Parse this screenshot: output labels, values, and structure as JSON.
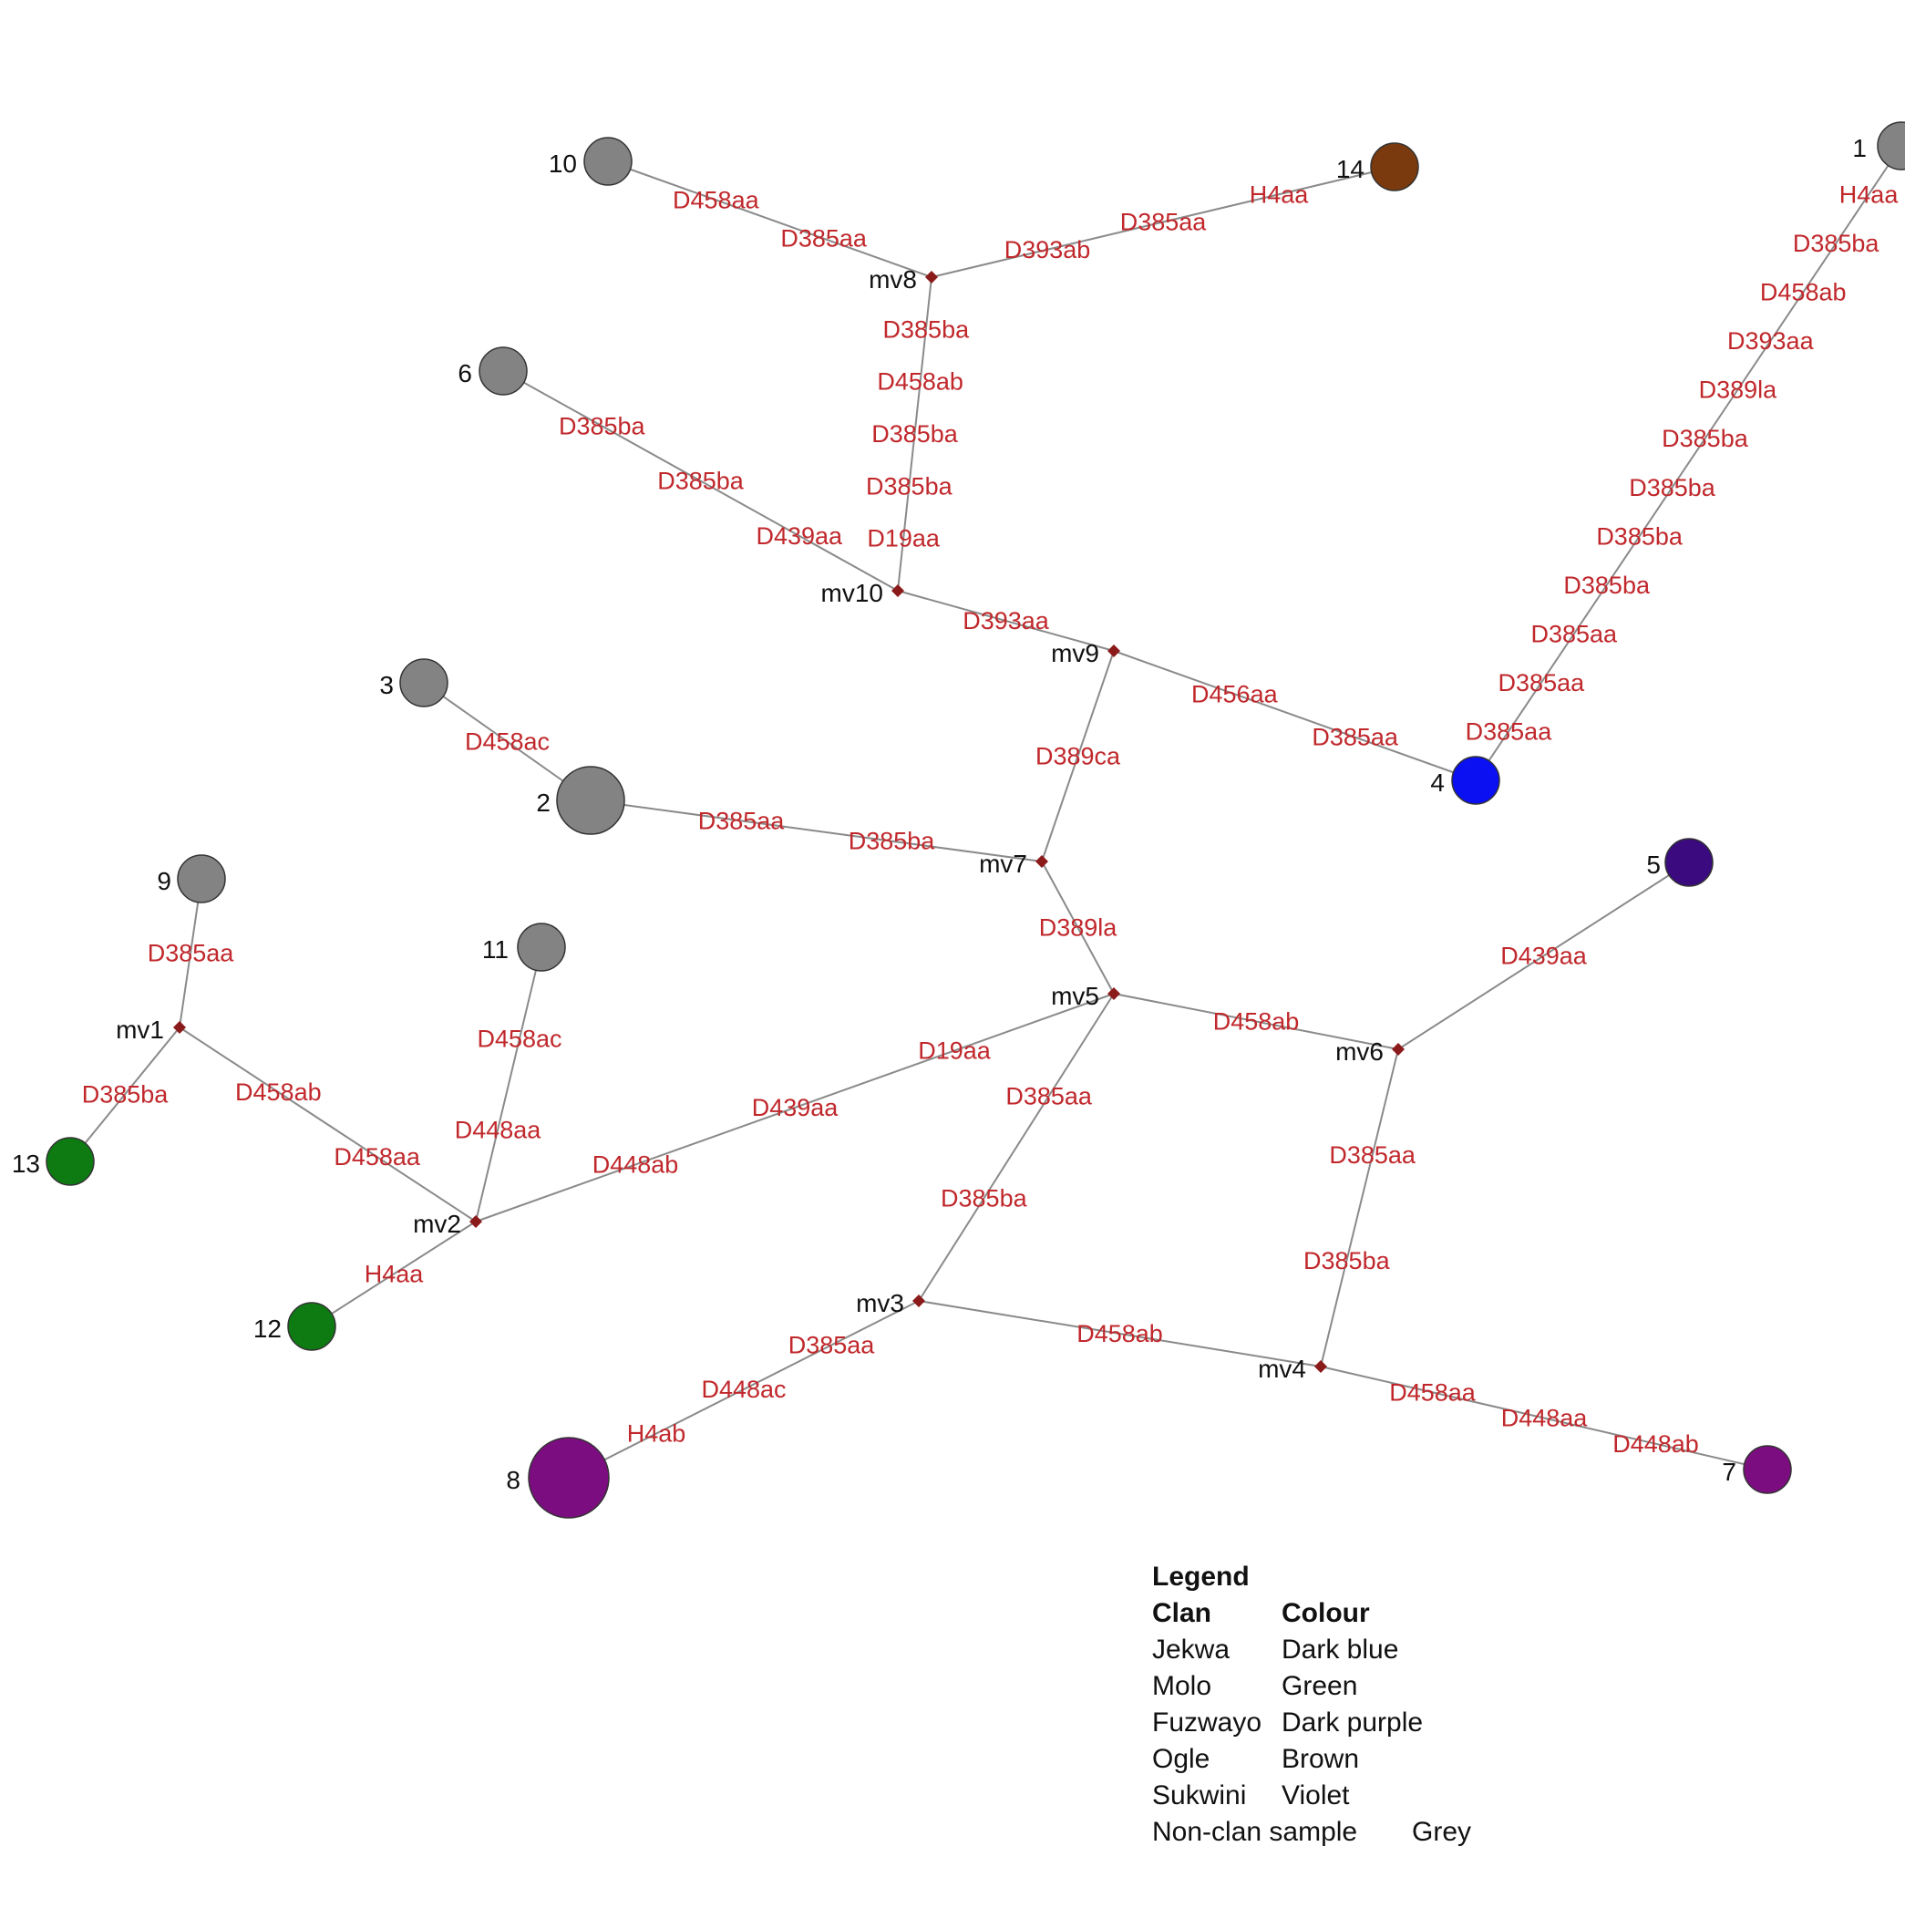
{
  "colors": {
    "grey": "#838383",
    "blue": "#0a10f2",
    "green": "#0d7a12",
    "brown": "#7a3a0e",
    "dark_purple": "#3a0a7e",
    "violet": "#7c0d80",
    "median": "#8b1a1a",
    "edge": "#8a8a8a",
    "mutation_text": "#c0282c"
  },
  "nodes": [
    {
      "id": "1",
      "label": "1",
      "kind": "sample",
      "color": "grey"
    },
    {
      "id": "2",
      "label": "2",
      "kind": "sample",
      "color": "grey"
    },
    {
      "id": "3",
      "label": "3",
      "kind": "sample",
      "color": "grey"
    },
    {
      "id": "4",
      "label": "4",
      "kind": "sample",
      "color": "blue"
    },
    {
      "id": "5",
      "label": "5",
      "kind": "sample",
      "color": "dark_purple"
    },
    {
      "id": "6",
      "label": "6",
      "kind": "sample",
      "color": "grey"
    },
    {
      "id": "7",
      "label": "7",
      "kind": "sample",
      "color": "violet"
    },
    {
      "id": "8",
      "label": "8",
      "kind": "sample",
      "color": "violet"
    },
    {
      "id": "9",
      "label": "9",
      "kind": "sample",
      "color": "grey"
    },
    {
      "id": "10",
      "label": "10",
      "kind": "sample",
      "color": "grey"
    },
    {
      "id": "11",
      "label": "11",
      "kind": "sample",
      "color": "grey"
    },
    {
      "id": "12",
      "label": "12",
      "kind": "sample",
      "color": "green"
    },
    {
      "id": "13",
      "label": "13",
      "kind": "sample",
      "color": "green"
    },
    {
      "id": "14",
      "label": "14",
      "kind": "sample",
      "color": "brown"
    },
    {
      "id": "mv1",
      "label": "mv1",
      "kind": "median",
      "color": "median"
    },
    {
      "id": "mv2",
      "label": "mv2",
      "kind": "median",
      "color": "median"
    },
    {
      "id": "mv3",
      "label": "mv3",
      "kind": "median",
      "color": "median"
    },
    {
      "id": "mv4",
      "label": "mv4",
      "kind": "median",
      "color": "median"
    },
    {
      "id": "mv5",
      "label": "mv5",
      "kind": "median",
      "color": "median"
    },
    {
      "id": "mv6",
      "label": "mv6",
      "kind": "median",
      "color": "median"
    },
    {
      "id": "mv7",
      "label": "mv7",
      "kind": "median",
      "color": "median"
    },
    {
      "id": "mv8",
      "label": "mv8",
      "kind": "median",
      "color": "median"
    },
    {
      "id": "mv9",
      "label": "mv9",
      "kind": "median",
      "color": "median"
    },
    {
      "id": "mv10",
      "label": "mv10",
      "kind": "median",
      "color": "median"
    }
  ],
  "edges": [
    {
      "from": "10",
      "to": "mv8",
      "mutations": [
        "D458aa",
        "D385aa"
      ]
    },
    {
      "from": "14",
      "to": "mv8",
      "mutations": [
        "H4aa",
        "D385aa",
        "D393ab"
      ]
    },
    {
      "from": "mv8",
      "to": "mv10",
      "mutations": [
        "D385ba",
        "D458ab",
        "D385ba",
        "D385ba",
        "D19aa"
      ]
    },
    {
      "from": "6",
      "to": "mv10",
      "mutations": [
        "D385ba",
        "D385ba",
        "D439aa"
      ]
    },
    {
      "from": "mv10",
      "to": "mv9",
      "mutations": [
        "D393aa"
      ]
    },
    {
      "from": "mv9",
      "to": "4",
      "mutations": [
        "D456aa",
        "D385aa"
      ]
    },
    {
      "from": "1",
      "to": "4",
      "mutations": [
        "H4aa",
        "D385ba",
        "D458ab",
        "D393aa",
        "D389la",
        "D385ba",
        "D385ba",
        "D385ba",
        "D385ba",
        "D385aa",
        "D385aa",
        "D385aa"
      ]
    },
    {
      "from": "mv9",
      "to": "mv7",
      "mutations": [
        "D389ca"
      ]
    },
    {
      "from": "3",
      "to": "2",
      "mutations": [
        "D458ac"
      ]
    },
    {
      "from": "2",
      "to": "mv7",
      "mutations": [
        "D385aa",
        "D385ba"
      ]
    },
    {
      "from": "mv7",
      "to": "mv5",
      "mutations": [
        "D389la"
      ]
    },
    {
      "from": "mv5",
      "to": "mv6",
      "mutations": [
        "D458ab"
      ]
    },
    {
      "from": "mv6",
      "to": "5",
      "mutations": [
        "D439aa"
      ]
    },
    {
      "from": "mv6",
      "to": "mv4",
      "mutations": [
        "D385aa",
        "D385ba"
      ]
    },
    {
      "from": "mv5",
      "to": "mv2",
      "mutations": [
        "D19aa",
        "D439aa",
        "D448ab"
      ]
    },
    {
      "from": "mv5",
      "to": "mv3",
      "mutations": [
        "D385aa",
        "D385ba"
      ]
    },
    {
      "from": "mv3",
      "to": "mv4",
      "mutations": [
        "D458ab"
      ]
    },
    {
      "from": "mv4",
      "to": "7",
      "mutations": [
        "D458aa",
        "D448aa",
        "D448ab"
      ]
    },
    {
      "from": "mv3",
      "to": "8",
      "mutations": [
        "D385aa",
        "D448ac",
        "H4ab"
      ]
    },
    {
      "from": "9",
      "to": "mv1",
      "mutations": [
        "D385aa"
      ]
    },
    {
      "from": "mv1",
      "to": "13",
      "mutations": [
        "D385ba"
      ]
    },
    {
      "from": "mv1",
      "to": "mv2",
      "mutations": [
        "D458ab",
        "D458aa"
      ]
    },
    {
      "from": "11",
      "to": "mv2",
      "mutations": [
        "D458ac",
        "D448aa"
      ]
    },
    {
      "from": "mv2",
      "to": "12",
      "mutations": [
        "H4aa"
      ]
    }
  ],
  "legend": {
    "title": "Legend",
    "header_clan": "Clan",
    "header_colour": "Colour",
    "rows": [
      {
        "clan": "Jekwa",
        "colour": "Dark blue"
      },
      {
        "clan": "Molo",
        "colour": "Green"
      },
      {
        "clan": "Fuzwayo",
        "colour": "Dark purple"
      },
      {
        "clan": "Ogle",
        "colour": "Brown"
      },
      {
        "clan": "Sukwini",
        "colour": "Violet"
      },
      {
        "clan": "Non-clan sample",
        "colour": "Grey"
      }
    ]
  }
}
